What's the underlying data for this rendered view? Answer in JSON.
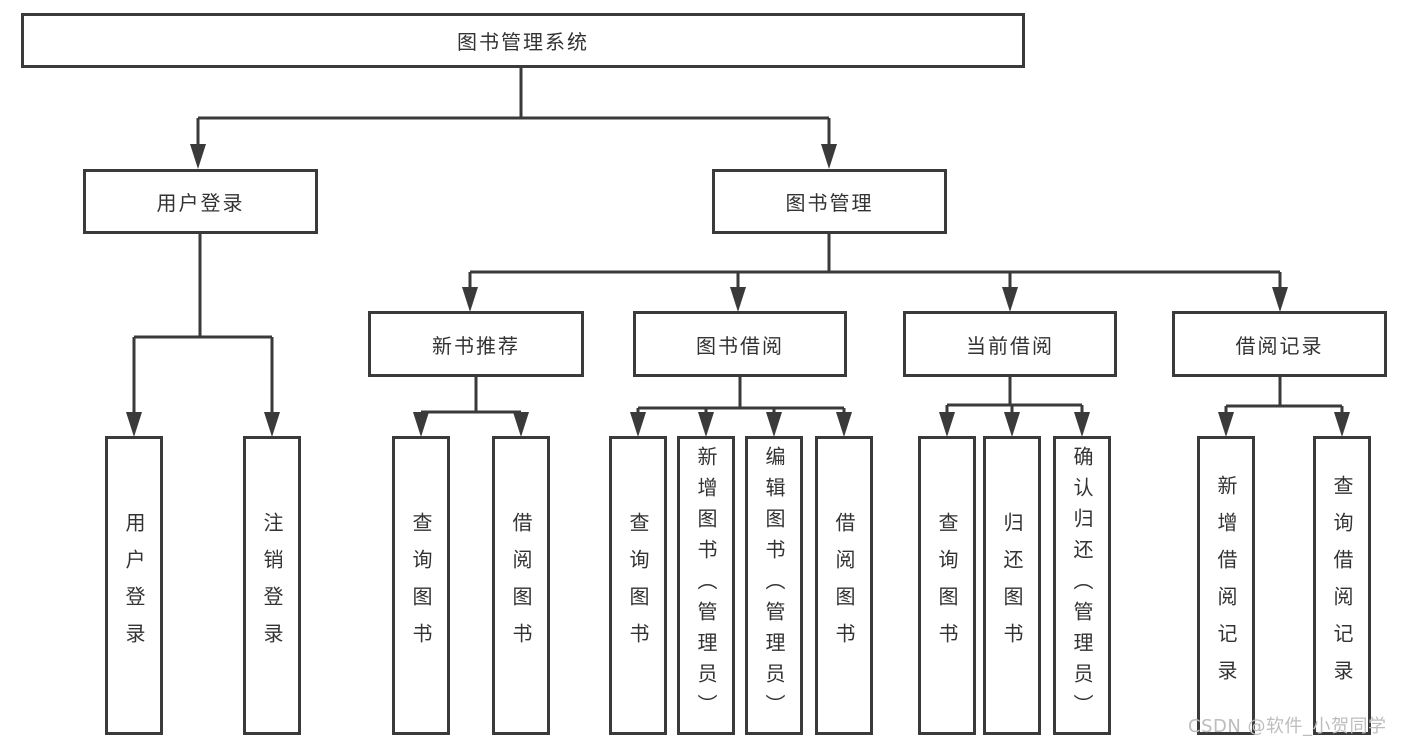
{
  "diagram": {
    "root": {
      "label": "图书管理系统"
    },
    "branches": [
      {
        "label": "用户登录",
        "children": [
          {
            "label": "用户登录"
          },
          {
            "label": "注销登录"
          }
        ]
      },
      {
        "label": "图书管理",
        "children": [
          {
            "label": "新书推荐",
            "children": [
              {
                "label": "查询图书"
              },
              {
                "label": "借阅图书"
              }
            ]
          },
          {
            "label": "图书借阅",
            "children": [
              {
                "label": "查询图书"
              },
              {
                "label": "新增图书（管理员）"
              },
              {
                "label": "编辑图书（管理员）"
              },
              {
                "label": "借阅图书"
              }
            ]
          },
          {
            "label": "当前借阅",
            "children": [
              {
                "label": "查询图书"
              },
              {
                "label": "归还图书"
              },
              {
                "label": "确认归还（管理员）"
              }
            ]
          },
          {
            "label": "借阅记录",
            "children": [
              {
                "label": "新增借阅记录"
              },
              {
                "label": "查询借阅记录"
              }
            ]
          }
        ]
      }
    ]
  },
  "watermark": {
    "text": "CSDN @软件_小贺同学"
  },
  "colors": {
    "line": "#3a3a3a",
    "text": "#333333",
    "background": "#ffffff",
    "watermark": "#bdbdbd"
  }
}
